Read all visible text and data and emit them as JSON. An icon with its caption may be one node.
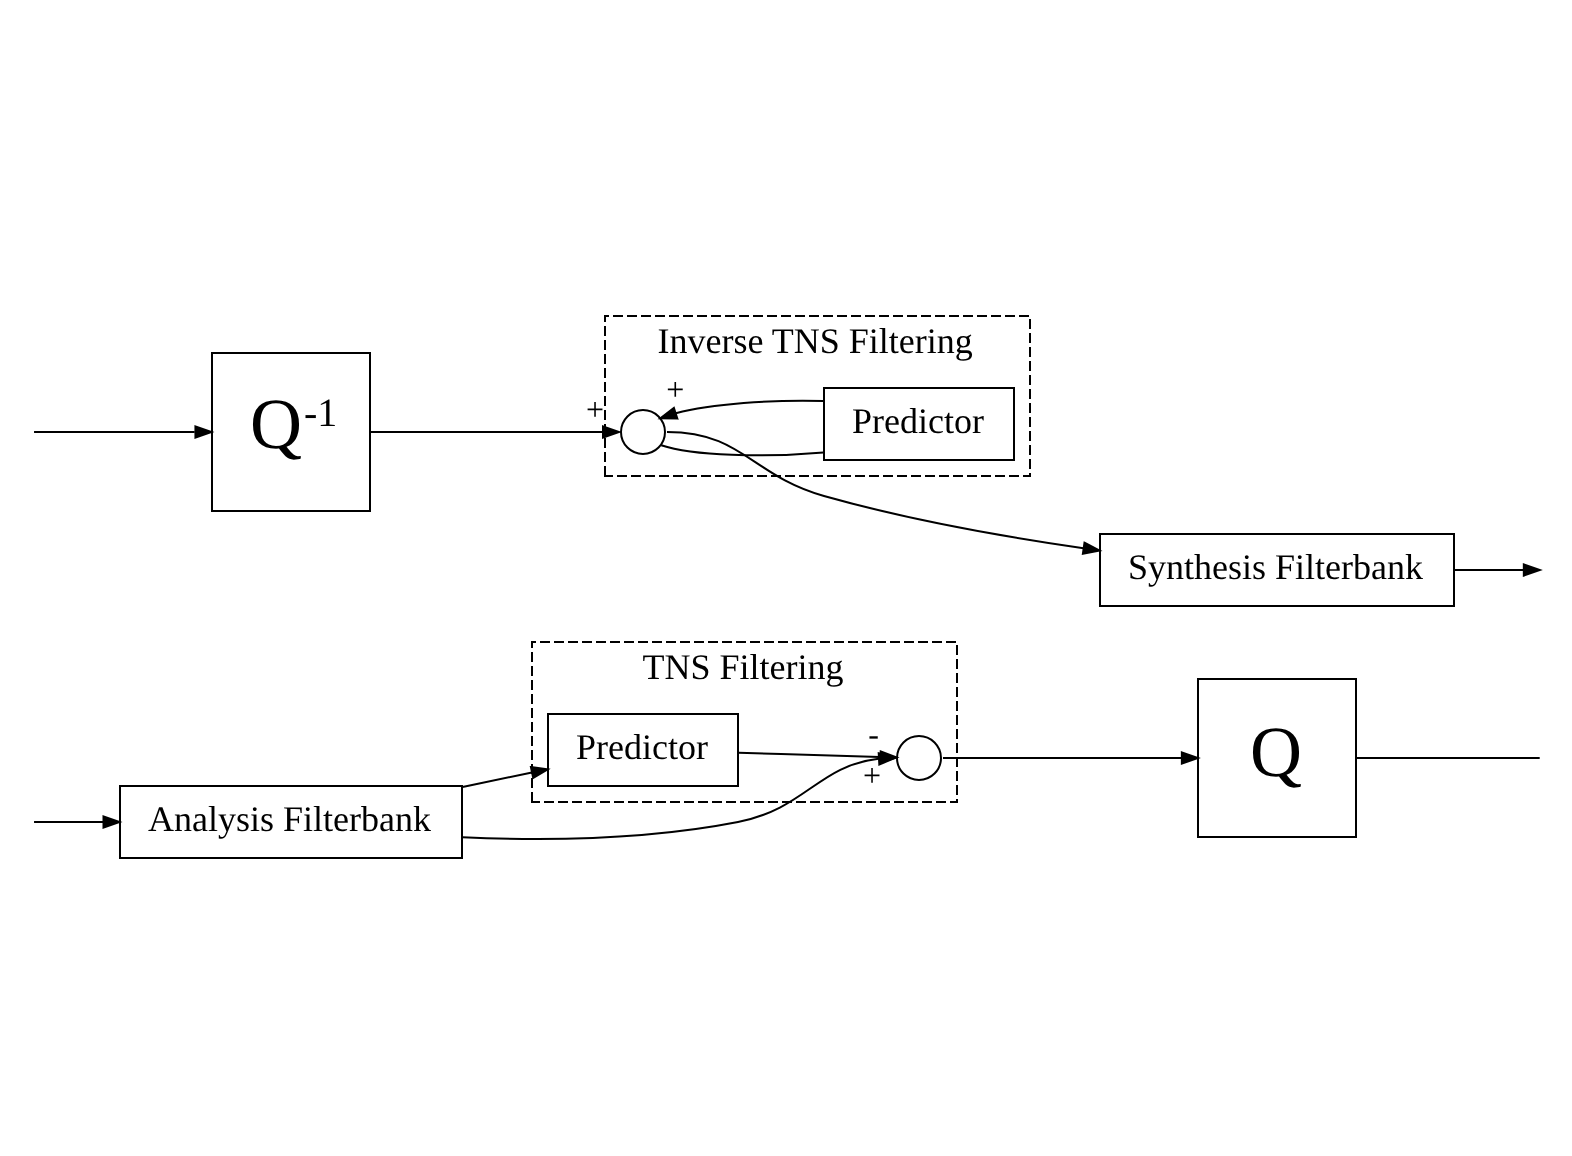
{
  "diagram": {
    "nodes": [
      {
        "text": [
          "TNS Filtering"
        ]
      },
      {
        "text": [
          "Analysis Filterbank"
        ]
      },
      {
        "text": [
          "Predictor"
        ],
        "in": 0
      },
      {
        "text": [],
        "shape": "circle",
        "in": 0
      },
      {
        "text": [
          "Q"
        ]
      },
      {
        "text": [
          "Inverse TNS Filtering"
        ]
      },
      {
        "text": [
          "Synthesis Filterbank"
        ]
      },
      {
        "text": [
          "Predictor"
        ],
        "in": 5
      },
      {
        "text": [],
        "shape": "circle",
        "in": 5
      },
      {
        "text": [
          "Q$^{-1}$"
        ]
      }
    ],
    "edges": [
      {
        "from": null,
        "to": 1,
        "arrow": "to"
      },
      {
        "from": 1,
        "to": 3,
        "arrow": "to",
        "label": "+"
      },
      {
        "from": 1,
        "to": 2,
        "arrow": "to"
      },
      {
        "from": 2,
        "to": 3,
        "arrow": "to",
        "label": "-"
      },
      {
        "from": 3,
        "to": 4,
        "arrow": "to"
      },
      {
        "from": 4,
        "to": null,
        "arrow": "none"
      },
      {
        "from": null,
        "to": 9,
        "arrow": "to"
      },
      {
        "from": 9,
        "to": 8,
        "arrow": "to",
        "label": "+"
      },
      {
        "from": 8,
        "to": 6,
        "arrow": "to"
      },
      {
        "from": 8,
        "to": 7,
        "arrow": "none"
      },
      {
        "from": 7,
        "to": 8,
        "arrow": "to",
        "label": "+"
      },
      {
        "from": 6,
        "to": null,
        "arrow": "to"
      }
    ]
  }
}
